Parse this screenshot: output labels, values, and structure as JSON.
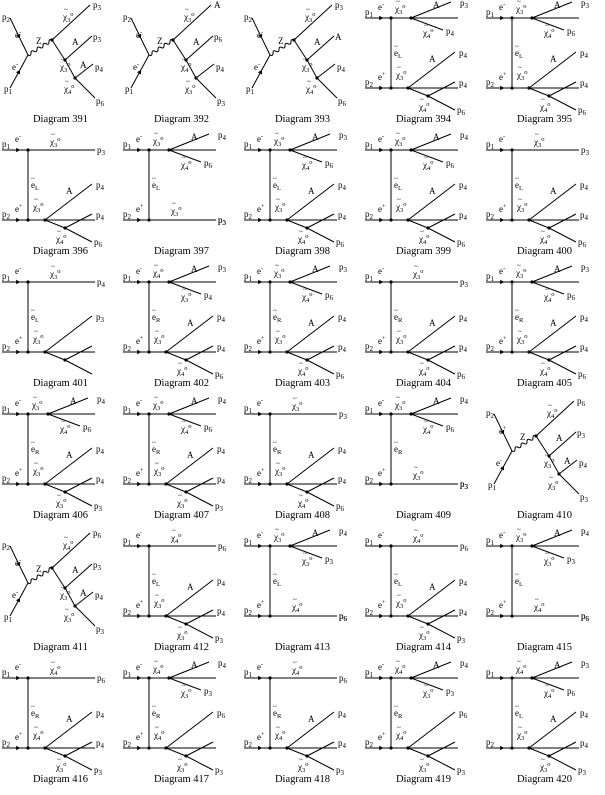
{
  "diagrams": [
    {
      "caption": "Diagram 391",
      "topology": "s",
      "labels": {
        "pa": "p2",
        "pb": "p1",
        "ea": "e-",
        "eb": "e-",
        "prop": "Z",
        "o1": "p3",
        "o1c": "χ3o",
        "o2": "p3",
        "o2c": "χ3o",
        "a1": "A",
        "a2": "A",
        "o3": "p4",
        "o4": "p6",
        "o4c": "χ4o"
      }
    },
    {
      "caption": "Diagram 392",
      "topology": "s",
      "labels": {
        "pa": "p2",
        "pb": "p1",
        "ea": "e-",
        "eb": "e-",
        "prop": "Z",
        "o1": "A",
        "o1c": "χ3o",
        "o2": "p6",
        "o2c": "χ4o",
        "a1": "A",
        "a2": "",
        "o3": "p4",
        "o4": "p3",
        "o4c": "χ3o"
      }
    },
    {
      "caption": "Diagram 393",
      "topology": "s",
      "labels": {
        "pa": "p2",
        "pb": "p1",
        "ea": "e-",
        "eb": "e-",
        "prop": "Z",
        "o1": "p3",
        "o1c": "χ3o",
        "o2": "A",
        "o2c": "χ3o",
        "a1": "A",
        "a2": "",
        "o3": "p4",
        "o4": "p6",
        "o4c": "χ4o"
      }
    },
    {
      "caption": "Diagram 394",
      "topology": "t",
      "labels": {
        "pa": "p1",
        "pb": "p2",
        "ea": "e-",
        "eb": "e+",
        "prop": "eL",
        "t1": "p3",
        "t1c": "χ3o",
        "tA": "A",
        "t2": "p4",
        "t2c": "χ4o",
        "b1": "p3",
        "b1c": "χ3o",
        "bA": "A",
        "b2": "p4",
        "b3": "p6",
        "b3c": "χ4o"
      }
    },
    {
      "caption": "Diagram 395",
      "topology": "t",
      "labels": {
        "pa": "p1",
        "pb": "p2",
        "ea": "e-",
        "eb": "e+",
        "prop": "eL",
        "t1": "p3",
        "t1c": "χ3o",
        "tA": "A",
        "t2": "p6",
        "t2c": "χ4o",
        "b1": "p3",
        "b1c": "χ3o",
        "bA": "A",
        "b2": "p4",
        "b3": "p6",
        "b3c": "χ4o"
      }
    },
    {
      "caption": "Diagram 396",
      "topology": "t2",
      "labels": {
        "pa": "p1",
        "pb": "p2",
        "ea": "e-",
        "eb": "e+",
        "prop": "eL",
        "t1": "p3",
        "t1c": "χ3o",
        "b1": "p3",
        "b1c": "χ3o",
        "bA": "A",
        "b2": "p4",
        "b3": "p6",
        "b3c": "χ4o"
      }
    },
    {
      "caption": "Diagram 397",
      "topology": "t3",
      "labels": {
        "pa": "p1",
        "pb": "p2",
        "ea": "e-",
        "eb": "e+",
        "prop": "eL",
        "t1": "p4",
        "t1c": "χ3o",
        "tA": "A",
        "t2": "p6",
        "t2c": "χ4o",
        "t3": "p3",
        "b1": "p3",
        "b1c": "χ3o"
      }
    },
    {
      "caption": "Diagram 398",
      "topology": "t",
      "labels": {
        "pa": "p1",
        "pb": "p2",
        "ea": "e-",
        "eb": "e+",
        "prop": "eL",
        "t1": "p3",
        "t1c": "χ3o",
        "tA": "A",
        "t2": "p6",
        "t2c": "χ4o",
        "b1": "p3",
        "b1c": "χ3o",
        "bA": "A",
        "b2": "p4",
        "b3": "p6",
        "b3c": "χ4o"
      }
    },
    {
      "caption": "Diagram 399",
      "topology": "t",
      "labels": {
        "pa": "p1",
        "pb": "p2",
        "ea": "e-",
        "eb": "e+",
        "prop": "eL",
        "t1": "p4",
        "t1c": "χ3o",
        "tA": "A",
        "t2": "p6",
        "t2c": "χ4o",
        "b1": "p3",
        "b1c": "χ3o",
        "bA": "A",
        "b2": "p4",
        "b3": "p6",
        "b3c": "χ4o"
      }
    },
    {
      "caption": "Diagram 400",
      "topology": "t2",
      "labels": {
        "pa": "p1",
        "pb": "p2",
        "ea": "e-",
        "eb": "e+",
        "prop": "eL",
        "t1": "p3",
        "t1c": "χ3o",
        "b1": "p3",
        "b1c": "χ3o",
        "bA": "A",
        "b2": "p4",
        "b3": "p6",
        "b3c": "χ4o"
      }
    },
    {
      "caption": "Diagram 401",
      "topology": "t2r",
      "labels": {
        "pa": "p1",
        "pb": "p2",
        "ea": "e-",
        "eb": "e+",
        "prop": "eL",
        "t1": "p4",
        "t1c": "χ3o",
        "tA": "A",
        "t2": "p6",
        "t2c": "χ4o",
        "b1": "p3",
        "b1c": "χ3o"
      }
    },
    {
      "caption": "Diagram 402",
      "topology": "t",
      "labels": {
        "pa": "p1",
        "pb": "p2",
        "ea": "e-",
        "eb": "e+",
        "prop": "eR",
        "t1": "p3",
        "t1c": "χ4o",
        "tA": "A",
        "t2": "p4",
        "t2c": "χ3o",
        "b1": "p3",
        "b1c": "χ3o",
        "bA": "A",
        "b2": "p4",
        "b3": "p6",
        "b3c": "χ4o"
      }
    },
    {
      "caption": "Diagram 403",
      "topology": "t",
      "labels": {
        "pa": "p1",
        "pb": "p2",
        "ea": "e-",
        "eb": "e+",
        "prop": "eR",
        "t1": "p3",
        "t1c": "χ3o",
        "tA": "A",
        "t2": "p6",
        "t2c": "χ4o",
        "b1": "p3",
        "b1c": "χ3o",
        "bA": "A",
        "b2": "p4",
        "b3": "p6",
        "b3c": "χ4o"
      }
    },
    {
      "caption": "Diagram 404",
      "topology": "t2",
      "labels": {
        "pa": "p1",
        "pb": "p2",
        "ea": "e-",
        "eb": "e+",
        "prop": "eR",
        "t1": "p3",
        "t1c": "χ3o",
        "b1": "p3",
        "b1c": "χ3o",
        "bA": "A",
        "b2": "p4",
        "b3": "p6",
        "b3c": "χ4o"
      }
    },
    {
      "caption": "Diagram 405",
      "topology": "t",
      "labels": {
        "pa": "p1",
        "pb": "p2",
        "ea": "e-",
        "eb": "e+",
        "prop": "eR",
        "t1": "p3",
        "t1c": "χ3o",
        "tA": "A",
        "t2": "p6",
        "t2c": "χ4o",
        "b1": "p3",
        "b1c": "χ3o",
        "bA": "A",
        "b2": "p4",
        "b3": "p6",
        "b3c": "χ4o"
      }
    },
    {
      "caption": "Diagram 406",
      "topology": "t",
      "labels": {
        "pa": "p1",
        "pb": "p2",
        "ea": "e-",
        "eb": "e+",
        "prop": "eR",
        "t1": "p4",
        "t1c": "χ3o",
        "tA": "A",
        "t2": "p6",
        "t2c": "χ4o",
        "b1": "p3",
        "b1c": "χ3o",
        "bA": "A",
        "b2": "p4",
        "b3": "p3",
        "b3c": "χ3o"
      }
    },
    {
      "caption": "Diagram 407",
      "topology": "t",
      "labels": {
        "pa": "p1",
        "pb": "p2",
        "ea": "e-",
        "eb": "e+",
        "prop": "eR",
        "t1": "p4",
        "t1c": "χ3o",
        "tA": "A",
        "t2": "p6",
        "t2c": "χ4o",
        "b1": "p3",
        "b1c": "χ3o",
        "bA": "A",
        "b2": "p4",
        "b3": "p3",
        "b3c": "χ3o"
      }
    },
    {
      "caption": "Diagram 408",
      "topology": "t2",
      "labels": {
        "pa": "p1",
        "pb": "p2",
        "ea": "e-",
        "eb": "e+",
        "prop": "eR",
        "t1": "p3",
        "t1c": "χ3o",
        "b1": "p3",
        "b1c": "χ3o",
        "bA": "A",
        "b2": "p4",
        "b3": "p6",
        "b3c": "χ4o"
      }
    },
    {
      "caption": "Diagram 409",
      "topology": "t3",
      "labels": {
        "pa": "p1",
        "pb": "p2",
        "ea": "e-",
        "eb": "e+",
        "prop": "eR",
        "t1": "p4",
        "t1c": "χ3o",
        "tA": "A",
        "t2": "p6",
        "t2c": "χ4o",
        "t3": "p3",
        "b1": "p3",
        "b1c": "χ3o"
      }
    },
    {
      "caption": "Diagram 410",
      "topology": "s",
      "labels": {
        "pa": "p2",
        "pb": "p1",
        "ea": "e+",
        "eb": "e-",
        "prop": "Z",
        "o1": "p6",
        "o1c": "χ4o",
        "o2": "p3",
        "o2c": "χ3o",
        "a1": "A",
        "a2": "A",
        "o3": "p4",
        "o4": "p3",
        "o4c": "χ3o"
      }
    },
    {
      "caption": "Diagram 411",
      "topology": "s",
      "labels": {
        "pa": "p2",
        "pb": "p1",
        "ea": "e-",
        "eb": "e-",
        "prop": "Z",
        "o1": "p6",
        "o1c": "χ4o",
        "o2": "p3",
        "o2c": "χ3o",
        "a1": "A",
        "a2": "A",
        "o3": "p4",
        "o4": "p3",
        "o4c": "χ3o"
      }
    },
    {
      "caption": "Diagram 412",
      "topology": "t2",
      "labels": {
        "pa": "p1",
        "pb": "p2",
        "ea": "e-",
        "eb": "e+",
        "prop": "eL",
        "t1": "p6",
        "t1c": "χ4o",
        "b1": "p3",
        "b1c": "χ3o",
        "bA": "A",
        "b2": "p4",
        "b3": "p3",
        "b3c": "χ3o"
      }
    },
    {
      "caption": "Diagram 413",
      "topology": "t3",
      "labels": {
        "pa": "p1",
        "pb": "p2",
        "ea": "e-",
        "eb": "e+",
        "prop": "eL",
        "t1": "p4",
        "t1c": "χ3o",
        "tA": "A",
        "t2": "p3",
        "t2c": "χ3o",
        "t3": "p6",
        "b1": "p6",
        "b1c": "χ4o"
      }
    },
    {
      "caption": "Diagram 414",
      "topology": "t2",
      "labels": {
        "pa": "p1",
        "pb": "p2",
        "ea": "e-",
        "eb": "e+",
        "prop": "eL",
        "t1": "p6",
        "t1c": "χ4o",
        "b1": "p3",
        "b1c": "χ3o",
        "bA": "A",
        "b2": "p4",
        "b3": "p3",
        "b3c": "χ3o"
      }
    },
    {
      "caption": "Diagram 415",
      "topology": "t3",
      "labels": {
        "pa": "p1",
        "pb": "p2",
        "ea": "e-",
        "eb": "e+",
        "prop": "eL",
        "t1": "p4",
        "t1c": "χ3o",
        "tA": "A",
        "t2": "p3",
        "t2c": "χ3o",
        "t3": "p6",
        "b1": "p6",
        "b1c": "χ4o"
      }
    },
    {
      "caption": "Diagram 416",
      "topology": "t2",
      "labels": {
        "pa": "p1",
        "pb": "p2",
        "ea": "e-",
        "eb": "e+",
        "prop": "eR",
        "t1": "p6",
        "t1c": "χ4o",
        "b1": "p4",
        "b1c": "χ4o",
        "bA": "A",
        "b2": "p4",
        "b3": "p3",
        "b3c": "χ3o"
      }
    },
    {
      "caption": "Diagram 417",
      "topology": "t",
      "labels": {
        "pa": "p1",
        "pb": "p2",
        "ea": "e-",
        "eb": "e+",
        "prop": "eR",
        "t1": "p4",
        "t1c": "χ4o",
        "tA": "A",
        "t2": "p3",
        "t2c": "χ3o",
        "b1": "p6",
        "b1c": "χ4o",
        "bA": "",
        "b2": "",
        "b3": "p3",
        "b3c": "χ3o"
      }
    },
    {
      "caption": "Diagram 418",
      "topology": "t2",
      "labels": {
        "pa": "p1",
        "pb": "p2",
        "ea": "e-",
        "eb": "e+",
        "prop": "eR",
        "t1": "p6",
        "t1c": "χ4o",
        "b1": "p4",
        "b1c": "χ4o",
        "bA": "A",
        "b2": "p4",
        "b3": "p3",
        "b3c": "χ3o"
      }
    },
    {
      "caption": "Diagram 419",
      "topology": "t",
      "labels": {
        "pa": "p1",
        "pb": "p2",
        "ea": "e-",
        "eb": "e+",
        "prop": "eR",
        "t1": "p4",
        "t1c": "χ4o",
        "tA": "A",
        "t2": "p3",
        "t2c": "χ3o",
        "b1": "p6",
        "b1c": "χ4o",
        "bA": "",
        "b2": "",
        "b3": "p3",
        "b3c": "χ3o"
      }
    },
    {
      "caption": "Diagram 420",
      "topology": "t",
      "labels": {
        "pa": "p1",
        "pb": "p2",
        "ea": "",
        "eb": "",
        "prop": "eL",
        "t1": "p3",
        "t1c": "χ4o",
        "tA": "A",
        "t2": "p6",
        "t2c": "χ4o",
        "b1": "p4",
        "b1c": "χ3o",
        "bA": "A",
        "b2": "p4",
        "b3": "p3",
        "b3c": "χ3o"
      }
    }
  ]
}
